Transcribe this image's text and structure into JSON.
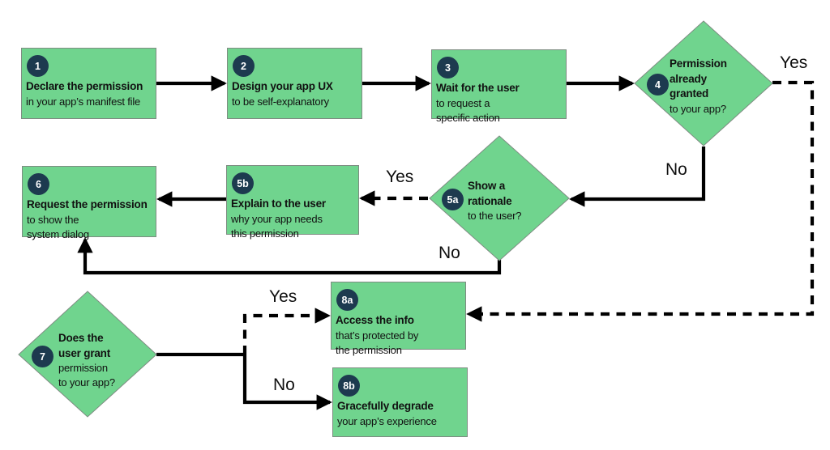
{
  "colors": {
    "node_fill": "#70D48E",
    "node_border": "#7E8C82",
    "badge_fill": "#1D3A4F",
    "badge_text": "#FFFFFF",
    "connector": "#000000",
    "text": "#111111"
  },
  "nodes": {
    "n1": {
      "badge": "1",
      "title": "Declare the permission",
      "body": "in your app’s manifest file"
    },
    "n2": {
      "badge": "2",
      "title": "Design your app UX",
      "body": "to be self-explanatory"
    },
    "n3": {
      "badge": "3",
      "title": "Wait for the user",
      "body": "to request a\nspecific action"
    },
    "n4": {
      "badge": "4",
      "title": "Permission\nalready\ngranted",
      "body": "to your app?"
    },
    "n5a": {
      "badge": "5a",
      "title": "Show a\nrationale",
      "body": "to the user?"
    },
    "n5b": {
      "badge": "5b",
      "title": "Explain to the user",
      "body": "why your app needs\nthis permission"
    },
    "n6": {
      "badge": "6",
      "title": "Request the permission",
      "body": "to show the\nsystem dialog"
    },
    "n7": {
      "badge": "7",
      "title": "Does the\nuser grant",
      "body": "permission\nto your app?"
    },
    "n8a": {
      "badge": "8a",
      "title": "Access the info",
      "body": "that’s protected by\nthe permission"
    },
    "n8b": {
      "badge": "8b",
      "title": "Gracefully degrade",
      "body": "your app’s experience"
    }
  },
  "labels": {
    "yes_4": "Yes",
    "no_4": "No",
    "yes_5a": "Yes",
    "no_5a": "No",
    "yes_7": "Yes",
    "no_7": "No"
  }
}
